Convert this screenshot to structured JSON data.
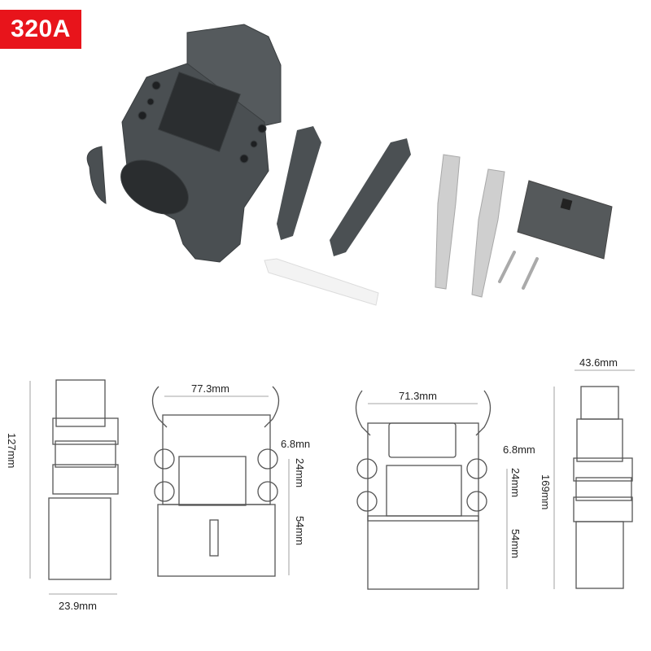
{
  "badge": {
    "label": "320A",
    "color": "#e8141b"
  },
  "product": {
    "description": "Battery connector kit",
    "parts": [
      {
        "name": "connector-housing",
        "color": "#4a4f52"
      },
      {
        "name": "contact-retainer-1",
        "color": "#4a4f52"
      },
      {
        "name": "contact-retainer-2",
        "color": "#4a4f52"
      },
      {
        "name": "release-key",
        "color": "#f2f2f2"
      },
      {
        "name": "contact-pin-1",
        "color": "#cfcfcf"
      },
      {
        "name": "contact-pin-2",
        "color": "#cfcfcf"
      },
      {
        "name": "screw-1",
        "color": "#bcbcbc"
      },
      {
        "name": "screw-2",
        "color": "#bcbcbc"
      },
      {
        "name": "cover-plate",
        "color": "#55595b"
      }
    ]
  },
  "drawings": {
    "side_left": {
      "height": "127mm",
      "width": "23.9mm"
    },
    "front": {
      "width": "77.3mm",
      "hole": "6.8mn",
      "hole_spacing": "24mm",
      "lower_height": "54mm"
    },
    "rear": {
      "width": "71.3mm",
      "hole": "6.8mm",
      "hole_spacing": "24mm",
      "lower_height": "54mm"
    },
    "side_right": {
      "height": "169mm",
      "width": "43.6mm"
    }
  }
}
